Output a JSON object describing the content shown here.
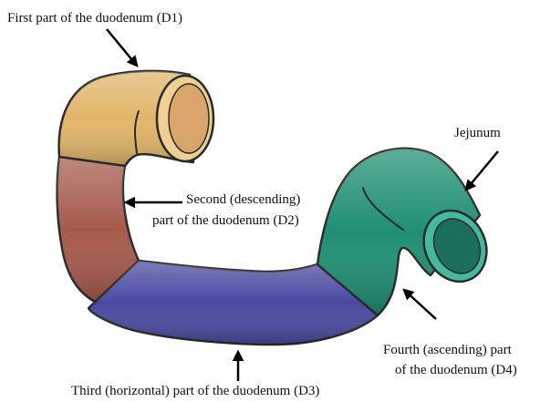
{
  "labels": {
    "d1": "First part of the duodenum (D1)",
    "jejunum": "Jejunum",
    "d2_line1": "Second (descending)",
    "d2_line2": "part of the duodenum (D2)",
    "d4_line1": "Fourth (ascending) part",
    "d4_line2": "of the duodenum (D4)",
    "d3": "Third (horizontal) part of the duodenum (D3)"
  },
  "colors": {
    "d1": "#e2b56a",
    "d1_opening_outer": "#efcf92",
    "d1_opening_inner": "#d9a56a",
    "d2": "#a65a4c",
    "d3": "#4a4aa2",
    "d4": "#1f8f72",
    "d4_opening_outer": "#45b8a0",
    "d4_opening_inner": "#1a6e5a"
  }
}
